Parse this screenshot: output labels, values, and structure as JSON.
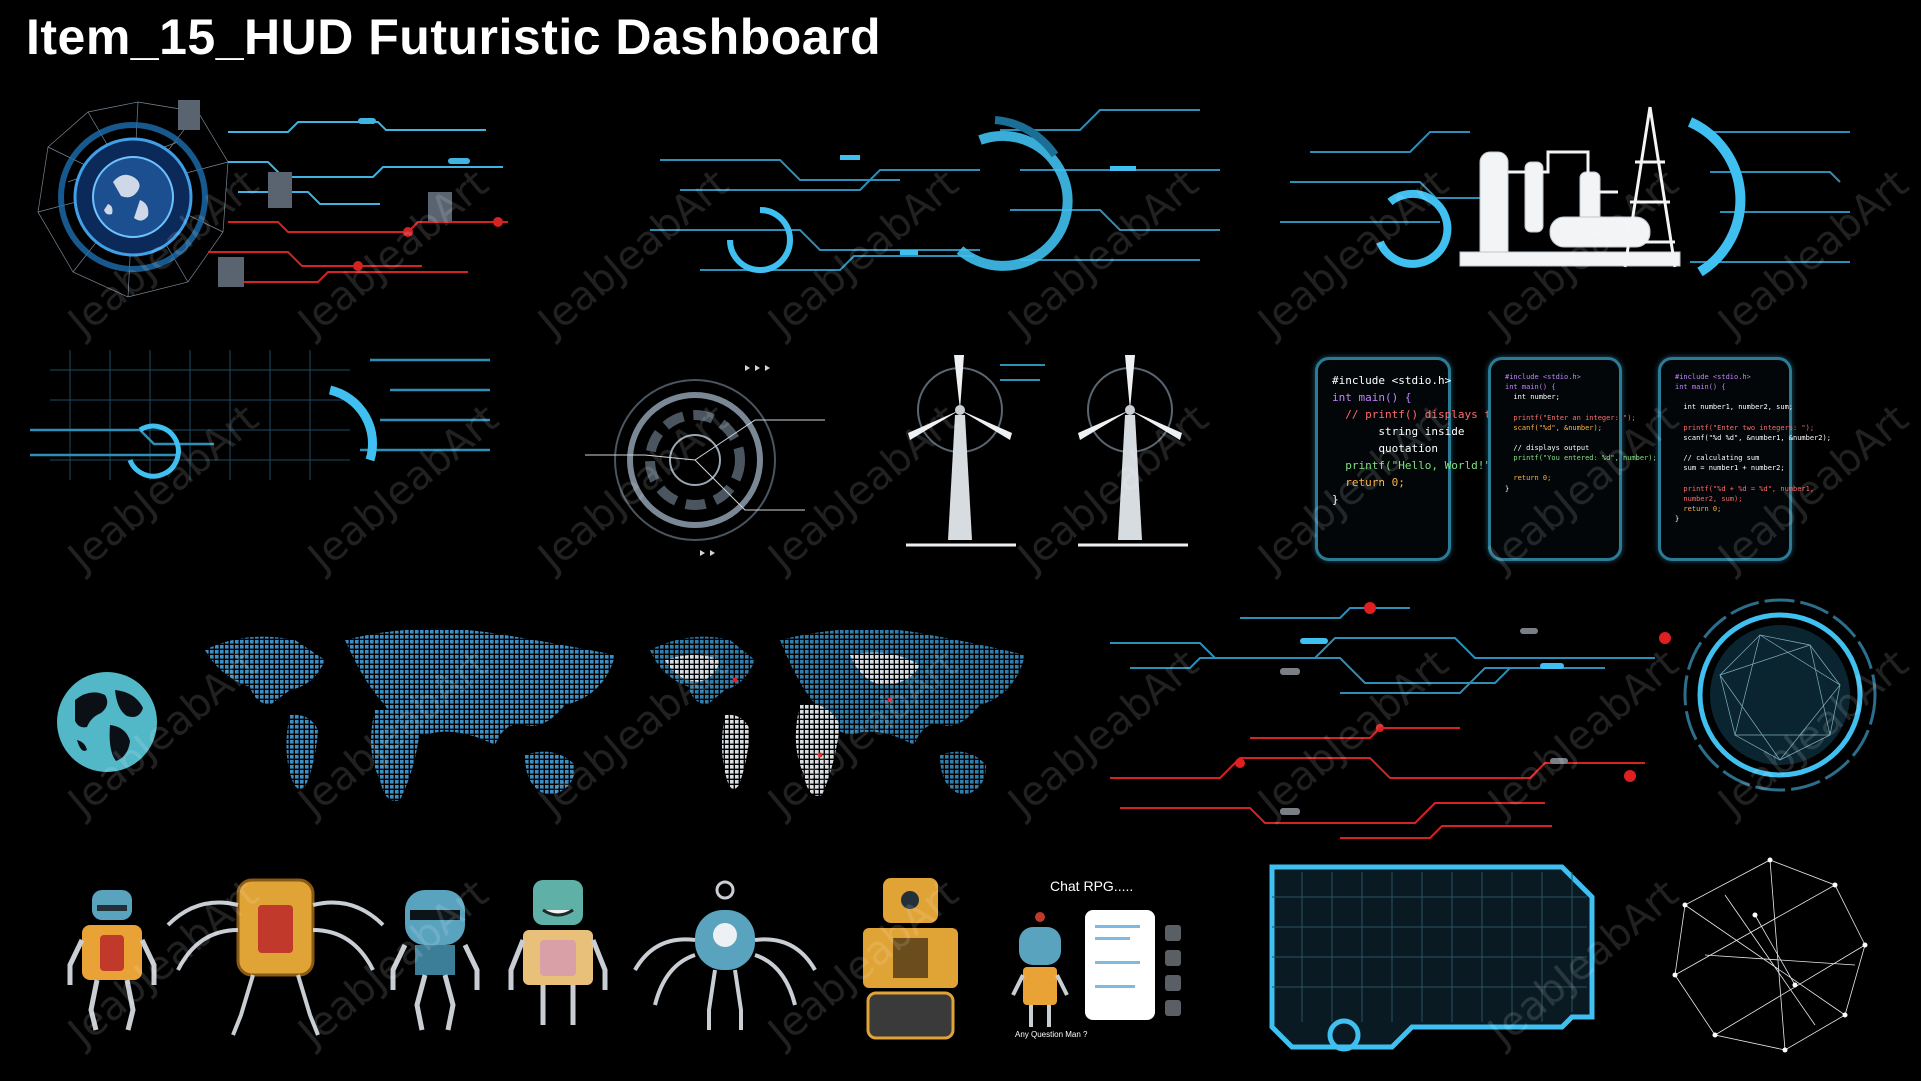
{
  "page": {
    "title": "Item_15_HUD Futuristic Dashboard",
    "background_color": "#000000",
    "accent_color": "#3fb4e0",
    "alert_color": "#e02020"
  },
  "watermark": "JeabJeabArt",
  "code_cards": [
    {
      "lines": [
        "#include <stdio.h>",
        "int main() {",
        "  // printf() displays the",
        "       string inside",
        "       quotation",
        "  printf(\"Hello, World!\");",
        "  return 0;",
        "}"
      ]
    },
    {
      "lines": [
        "#include <stdio.h>",
        "int main() {",
        "  int number;",
        "",
        "  printf(\"Enter an integer: \");",
        "  scanf(\"%d\", &number);",
        "",
        "  // displays output",
        "  printf(\"You entered: %d\", number);",
        "",
        "  return 0;",
        "}"
      ]
    },
    {
      "lines": [
        "#include <stdio.h>",
        "int main() {",
        "",
        "  int number1, number2, sum;",
        "",
        "  printf(\"Enter two integers: \");",
        "  scanf(\"%d %d\", &number1, &number2);",
        "",
        "  // calculating sum",
        "  sum = number1 + number2;",
        "",
        "  printf(\"%d + %d = %d\", number1,",
        "  number2, sum);",
        "  return 0;",
        "}"
      ]
    }
  ],
  "chat": {
    "title": "Chat RPG.....",
    "question": "Any Question Man ?"
  },
  "icons": {
    "globe": "earth-globe-icon",
    "wind_turbine": "wind-turbine-icon",
    "oil_rig": "oil-refinery-icon",
    "robot": "robot-icon"
  }
}
